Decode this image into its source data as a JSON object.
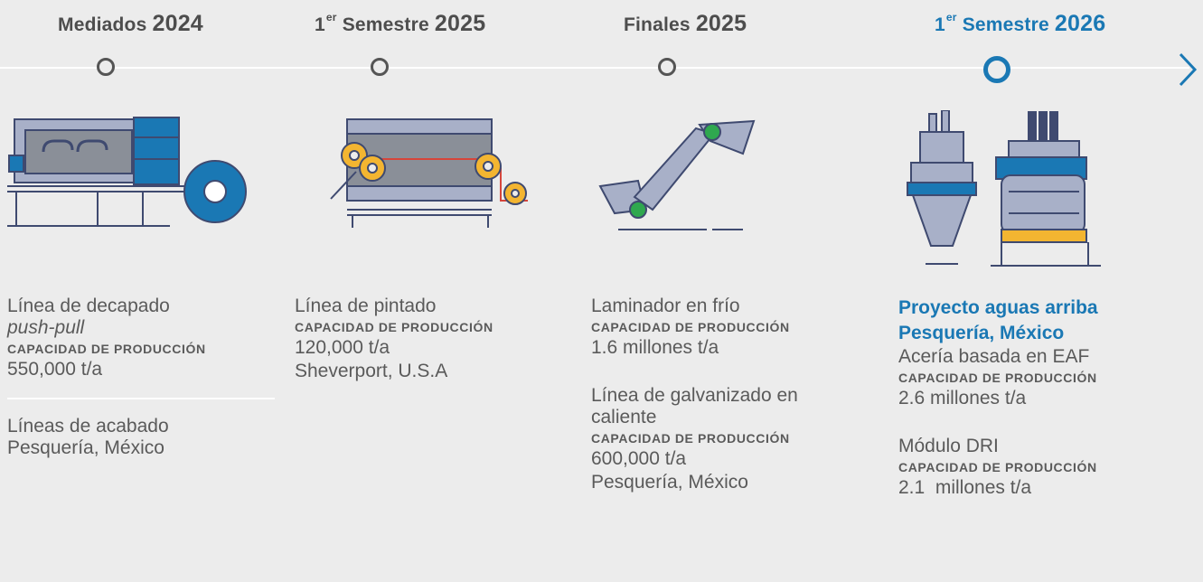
{
  "timeline": [
    {
      "prefix": "Mediados",
      "year": "2024"
    },
    {
      "prefix": "1",
      "sup": "er",
      "suffix": "Semestre",
      "year": "2025"
    },
    {
      "prefix": "Finales",
      "year": "2025"
    },
    {
      "prefix": "1",
      "sup": "er",
      "suffix": "Semestre",
      "year": "2026",
      "active": true
    }
  ],
  "columns": {
    "c1": {
      "title": "Línea de decapado",
      "subtitle": "push-pull",
      "cap_label": "CAPACIDAD DE PRODUCCIÓN",
      "capacity": "550,000 t/a",
      "extra_1": "Líneas de acabado",
      "extra_2": "Pesquería, México"
    },
    "c2": {
      "title": "Línea de pintado",
      "cap_label": "CAPACIDAD DE PRODUCCIÓN",
      "capacity": "120,000 t/a",
      "location": "Sheverport, U.S.A"
    },
    "c3": {
      "title_a": "Laminador en frío",
      "cap_label_a": "CAPACIDAD DE PRODUCCIÓN",
      "capacity_a": "1.6 millones t/a",
      "title_b_1": "Línea de galvanizado en",
      "title_b_2": "caliente",
      "cap_label_b": "CAPACIDAD DE PRODUCCIÓN",
      "capacity_b": "600,000 t/a",
      "location_b": "Pesquería, México"
    },
    "c4": {
      "heading_1": "Proyecto aguas arriba",
      "heading_2": "Pesquería, México",
      "title_a": "Acería basada en EAF",
      "cap_label_a": "CAPACIDAD DE PRODUCCIÓN",
      "capacity_a": "2.6 millones t/a",
      "title_b": "Módulo DRI",
      "cap_label_b": "CAPACIDAD DE PRODUCCIÓN",
      "capacity_b": "2.1  millones t/a"
    }
  },
  "icons": [
    "pickling-line-icon",
    "painting-line-icon",
    "cold-rolling-mill-icon",
    "eaf-dri-plant-icon",
    "chevron-right-icon"
  ],
  "colors": {
    "accent": "#1a78b4",
    "line": "#ffffff",
    "background": "#ececec",
    "machine_fill": "#a8b0c8",
    "roller": "#f3b531",
    "outline": "#3f4a70"
  }
}
